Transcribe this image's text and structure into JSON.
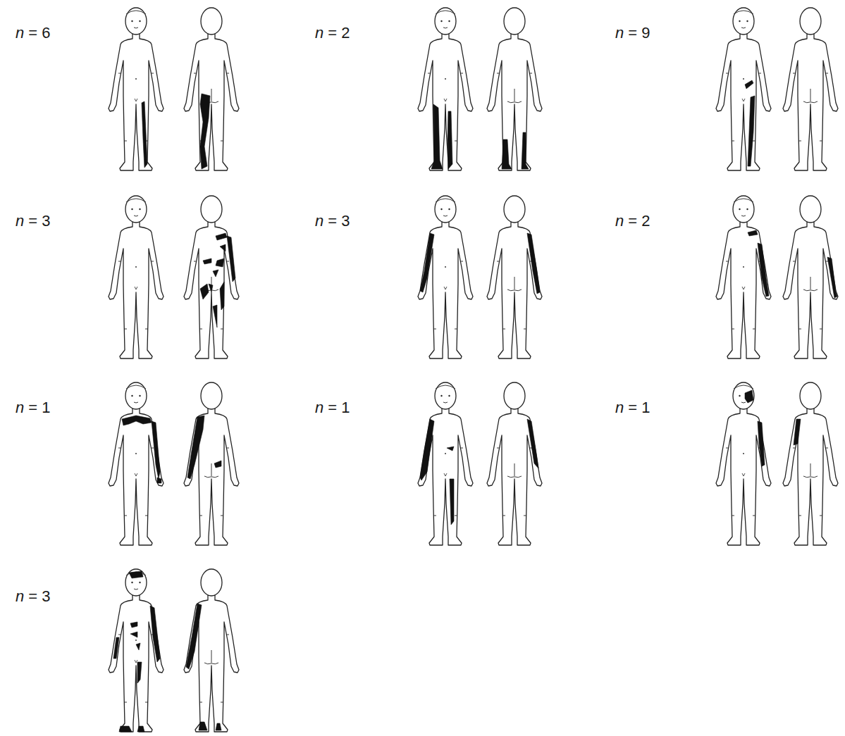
{
  "diagram": {
    "labels": [
      "n = 6",
      "n = 2",
      "n = 9",
      "n = 3",
      "n = 3",
      "n = 2",
      "n = 1",
      "n = 1",
      "n = 1",
      "n = 3"
    ]
  }
}
